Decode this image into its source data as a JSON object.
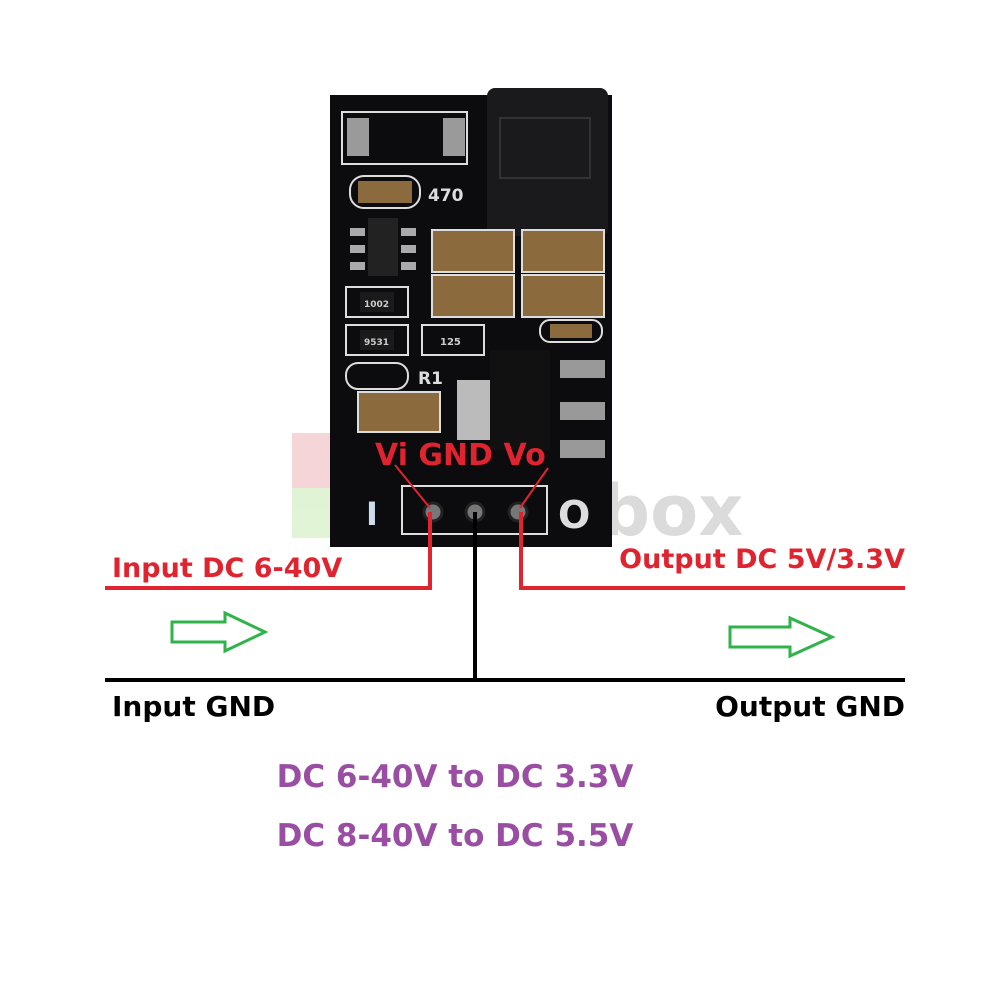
{
  "board": {
    "silkscreen": {
      "cap_code": "470",
      "res1": "1002",
      "res2": "9531",
      "res3": "125",
      "ref": "R1",
      "in_mark": "I",
      "out_mark": "O"
    },
    "pin_labels": "Vi GND Vo",
    "watermark": "box"
  },
  "labels": {
    "input_voltage": "Input DC 6-40V",
    "output_voltage": "Output DC 5V/3.3V",
    "input_gnd": "Input GND",
    "output_gnd": "Output GND"
  },
  "specs": [
    "DC 6-40V to DC 3.3V",
    "DC 8-40V to DC 5.5V"
  ],
  "colors": {
    "red": "#e0242f",
    "purple": "#9a4ea3",
    "green": "#2fb34a",
    "pcb": "#0c0c0e"
  }
}
